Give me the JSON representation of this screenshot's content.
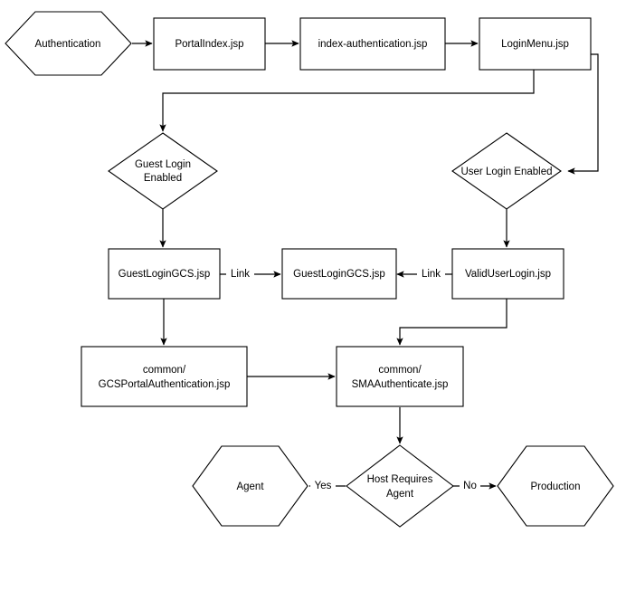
{
  "diagram": {
    "title": "Authentication",
    "type": "flowchart",
    "style": {
      "background": "#ffffff",
      "stroke": "#000000",
      "text": "#000000",
      "fill": "#ffffff"
    },
    "nodes": [
      {
        "id": "authentication",
        "shape": "hexagon",
        "label": "Authentication",
        "lines": [
          "Authentication"
        ]
      },
      {
        "id": "portal-index",
        "shape": "rect",
        "label": "PortalIndex.jsp",
        "lines": [
          "PortalIndex.jsp"
        ]
      },
      {
        "id": "index-authentication",
        "shape": "rect",
        "label": "index-authentication.jsp",
        "lines": [
          "index-authentication.jsp"
        ]
      },
      {
        "id": "login-menu",
        "shape": "rect",
        "label": "LoginMenu.jsp",
        "lines": [
          "LoginMenu.jsp"
        ]
      },
      {
        "id": "guest-login-enabled",
        "shape": "diamond",
        "label": "Guest Login Enabled",
        "lines": [
          "Guest Login",
          "Enabled"
        ]
      },
      {
        "id": "user-login-enabled",
        "shape": "diamond",
        "label": "User Login Enabled",
        "lines": [
          "User Login Enabled"
        ]
      },
      {
        "id": "guest-login-gcs-left",
        "shape": "rect",
        "label": "GuestLoginGCS.jsp",
        "lines": [
          "GuestLoginGCS.jsp"
        ]
      },
      {
        "id": "guest-login-gcs-middle",
        "shape": "rect",
        "label": "GuestLoginGCS.jsp",
        "lines": [
          "GuestLoginGCS.jsp"
        ]
      },
      {
        "id": "valid-user-login",
        "shape": "rect",
        "label": "ValidUserLogin.jsp",
        "lines": [
          "ValidUserLogin.jsp"
        ]
      },
      {
        "id": "gcs-portal-authentication",
        "shape": "rect",
        "label": "common/GCSPortalAuthentication.jsp",
        "lines": [
          "common/",
          "GCSPortalAuthentication.jsp"
        ]
      },
      {
        "id": "sma-authenticate",
        "shape": "rect",
        "label": "common/SMAAuthenticate.jsp",
        "lines": [
          "common/",
          "SMAAuthenticate.jsp"
        ]
      },
      {
        "id": "host-requires-agent",
        "shape": "diamond",
        "label": "Host Requires Agent",
        "lines": [
          "Host Requires",
          "Agent"
        ]
      },
      {
        "id": "agent",
        "shape": "hexagon",
        "label": "Agent",
        "lines": [
          "Agent"
        ]
      },
      {
        "id": "production",
        "shape": "hexagon",
        "label": "Production",
        "lines": [
          "Production"
        ]
      }
    ],
    "edges": [
      {
        "id": "e1",
        "from": "authentication",
        "to": "portal-index",
        "label": ""
      },
      {
        "id": "e2",
        "from": "portal-index",
        "to": "index-authentication",
        "label": ""
      },
      {
        "id": "e3",
        "from": "index-authentication",
        "to": "login-menu",
        "label": ""
      },
      {
        "id": "e4",
        "from": "login-menu",
        "to": "guest-login-enabled",
        "label": ""
      },
      {
        "id": "e5",
        "from": "login-menu",
        "to": "user-login-enabled",
        "label": ""
      },
      {
        "id": "e6",
        "from": "guest-login-enabled",
        "to": "guest-login-gcs-left",
        "label": ""
      },
      {
        "id": "e7",
        "from": "user-login-enabled",
        "to": "valid-user-login",
        "label": ""
      },
      {
        "id": "e8",
        "from": "guest-login-gcs-left",
        "to": "guest-login-gcs-middle",
        "label": "Link"
      },
      {
        "id": "e9",
        "from": "valid-user-login",
        "to": "guest-login-gcs-middle",
        "label": "Link"
      },
      {
        "id": "e10",
        "from": "guest-login-gcs-left",
        "to": "gcs-portal-authentication",
        "label": ""
      },
      {
        "id": "e11",
        "from": "gcs-portal-authentication",
        "to": "sma-authenticate",
        "label": ""
      },
      {
        "id": "e12",
        "from": "valid-user-login",
        "to": "sma-authenticate",
        "label": ""
      },
      {
        "id": "e13",
        "from": "sma-authenticate",
        "to": "host-requires-agent",
        "label": ""
      },
      {
        "id": "e14",
        "from": "host-requires-agent",
        "to": "agent",
        "label": "Yes"
      },
      {
        "id": "e15",
        "from": "host-requires-agent",
        "to": "production",
        "label": "No"
      }
    ],
    "edge_labels": {
      "link_left": "Link",
      "link_right": "Link",
      "yes": "Yes",
      "no": "No"
    }
  }
}
